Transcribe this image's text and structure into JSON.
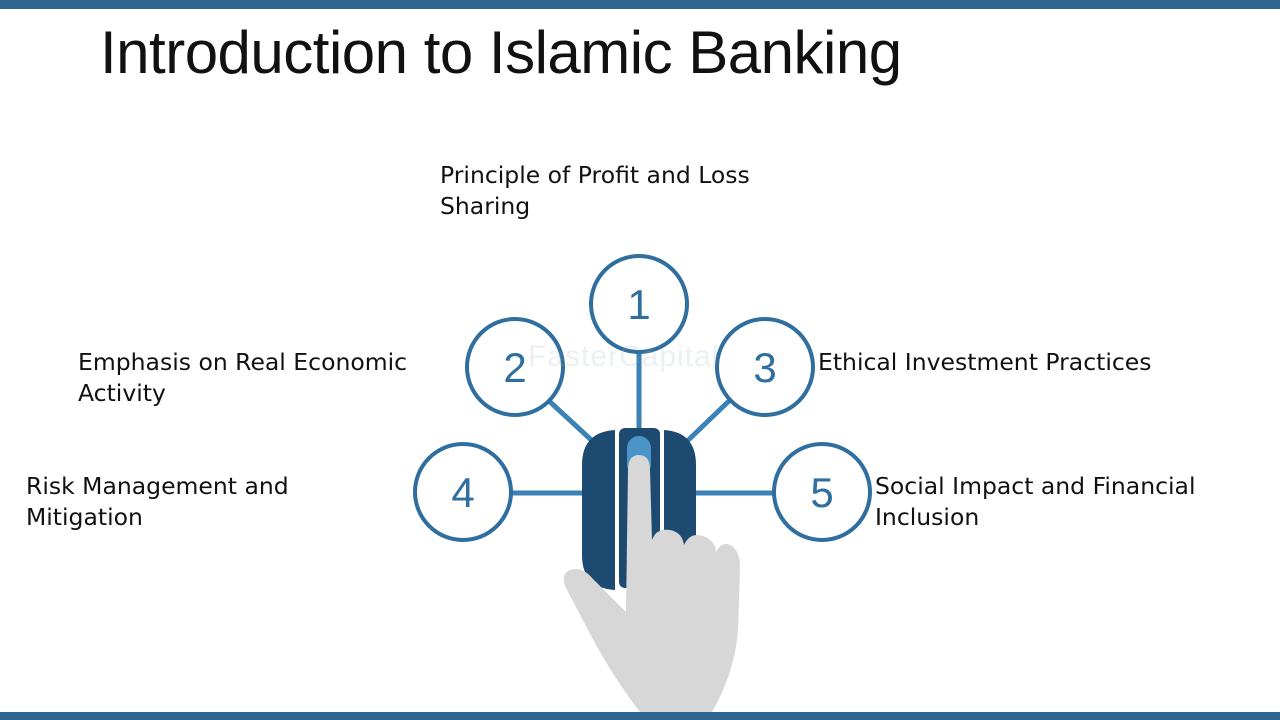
{
  "slide": {
    "title": "Introduction to Islamic Banking",
    "watermark": "FasterCapital"
  },
  "items": [
    {
      "number": "1",
      "label": "Principle of Profit and Loss Sharing"
    },
    {
      "number": "2",
      "label": "Emphasis on Real Economic Activity"
    },
    {
      "number": "3",
      "label": "Ethical Investment Practices"
    },
    {
      "number": "4",
      "label": "Risk Management and Mitigation"
    },
    {
      "number": "5",
      "label": "Social Impact and Financial Inclusion"
    }
  ],
  "colors": {
    "accent_bar": "#2e6590",
    "circle_stroke": "#2f6e9e",
    "mouse_body": "#1c4a70",
    "scroll_wheel": "#4a94c8",
    "hand": "#d7d7d7"
  },
  "icons": [
    "computer-mouse-icon",
    "pointing-hand-icon"
  ]
}
